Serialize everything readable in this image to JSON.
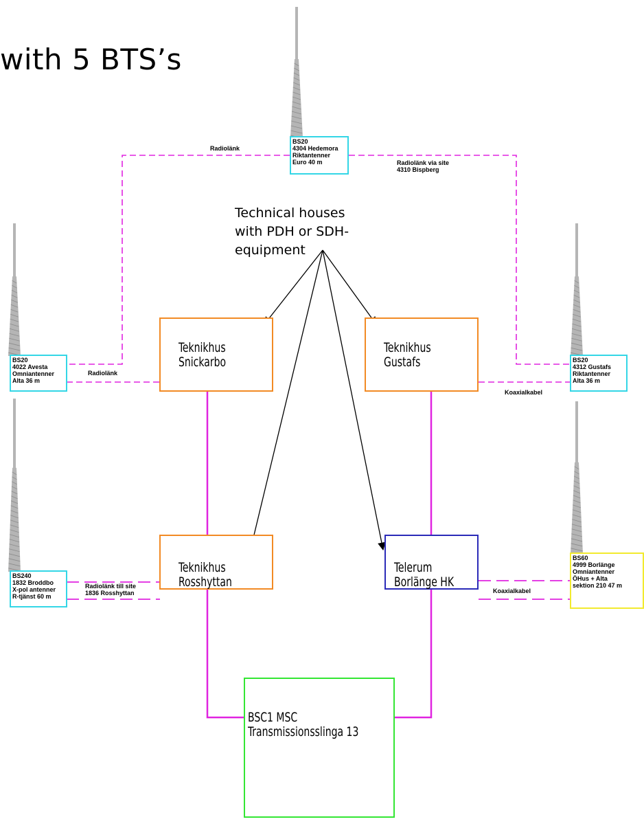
{
  "title": "with 5 BTS’s",
  "note": "Technical houses\nwith PDH or SDH-\nequipment",
  "houses": {
    "snickarbo": "Teknikhus\nSnickarbo",
    "gustafs": "Teknikhus\nGustafs",
    "rosshyttan": "Teknikhus\nRosshyttan",
    "telerum": "Telerum\nBorlänge HK",
    "bsc": "BSC1 MSC\nTransmissionsslinga 13"
  },
  "sites": {
    "hedemora": "BS20\n4304 Hedemora\nRiktantenner\nEuro 40 m",
    "avesta": "BS20\n4022 Avesta\nOmniantenner\nAlta 36 m",
    "gustafs": "BS20\n4312 Gustafs\nRiktantenner\nAlta 36 m",
    "broddbo": "BS240\n1832 Broddbo\nX-pol antenner\nR-tjänst 60 m",
    "borlange": "BS60\n4999 Borlänge\nOmniantenner\nÖHus + Alta\nsektion 210 47 m"
  },
  "link_labels": {
    "radiolank_top": "Radiolänk",
    "radiolank_via": "Radiolänk via site\n4310 Bispberg",
    "radiolank_avesta": "Radiolänk",
    "radiolank_rosshyttan": "Radiolänk till site\n1836 Rosshyttan",
    "koaxial_gustafs": "Koaxialkabel",
    "koaxial_borlange": "Koaxialkabel"
  },
  "colors": {
    "link_magenta": "#e024e0",
    "orange": "#f28a24",
    "blue": "#2a2ab8",
    "green": "#33e633",
    "cyan": "#33d6e6",
    "yellow": "#f2ea2e",
    "tower": "#b5b5b5"
  }
}
